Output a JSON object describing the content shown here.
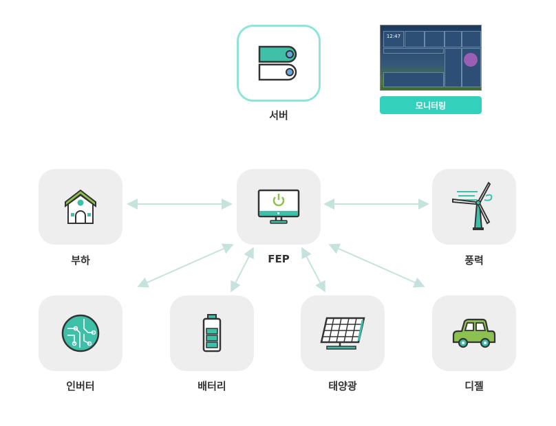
{
  "server": {
    "label": "서버"
  },
  "monitoring": {
    "button_label": "모니터링",
    "screen_time": "12:47"
  },
  "nodes": {
    "load": "부하",
    "fep": "FEP",
    "wind": "풍력",
    "inverter": "인버터",
    "battery": "배터리",
    "solar": "태양광",
    "diesel": "디젤"
  },
  "colors": {
    "teal": "#3dbfa8",
    "green": "#8cc152",
    "arrow": "#c5e3dc",
    "box": "#eeeeee"
  }
}
